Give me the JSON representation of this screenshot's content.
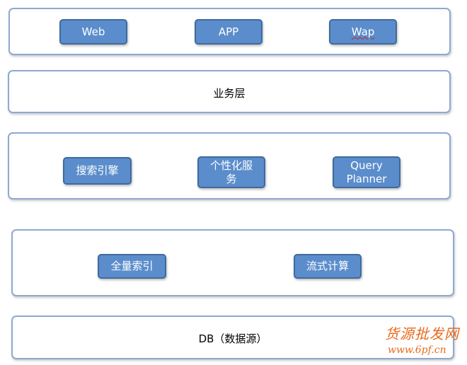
{
  "layers": {
    "client": {
      "items": [
        "Web",
        "APP",
        "Wap"
      ]
    },
    "business": {
      "label": "业务层"
    },
    "service": {
      "items": [
        "搜索引擎",
        "个性化服务",
        "Query Planner"
      ]
    },
    "compute": {
      "items": [
        "全量索引",
        "流式计算"
      ]
    },
    "data": {
      "label": "DB（数据源）"
    }
  },
  "watermark": {
    "title": "货源批发网",
    "url": "www.6pf.cn"
  },
  "colors": {
    "layer_border": "#8ea9d1",
    "node_fill": "#5b8dcc",
    "node_border": "#3f6a9d",
    "watermark": "#e86a1c"
  }
}
